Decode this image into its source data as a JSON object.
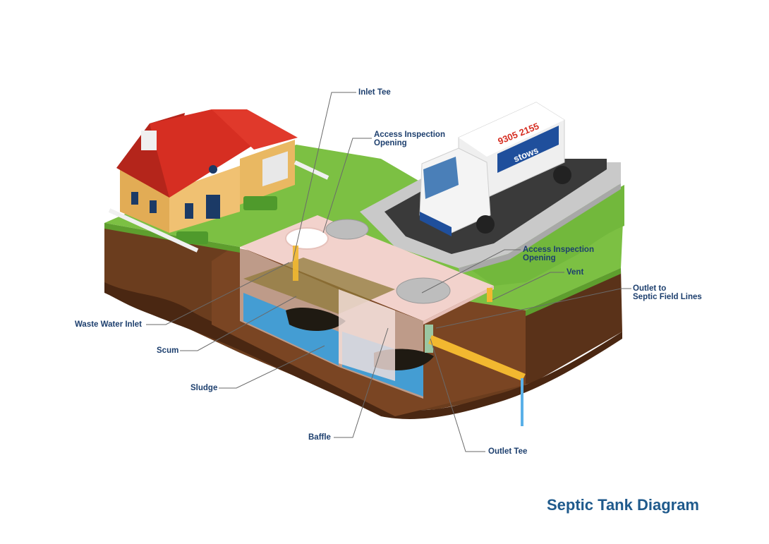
{
  "title": "Septic Tank Diagram",
  "labels": {
    "inlet_tee": "Inlet Tee",
    "access_top": [
      "Access Inspection",
      "Opening"
    ],
    "access_mid": [
      "Access Inspection",
      "Opening"
    ],
    "vent": "Vent",
    "outlet_field": [
      "Outlet to",
      "Septic Field Lines"
    ],
    "waste_water_inlet": "Waste Water Inlet",
    "scum": "Scum",
    "sludge": "Sludge",
    "baffle": "Baffle",
    "outlet_tee": "Outlet Tee"
  },
  "truck": {
    "phone": "9305 2155",
    "brand": "stows"
  },
  "colors": {
    "label_text": "#1d3f6e",
    "title": "#1f5a8c",
    "grass": "#7cc043",
    "soil": "#6b3d1e",
    "water": "#2f9ee0",
    "tank_shell": "#f2d2cc",
    "roof": "#d62e22",
    "house_wall": "#e9b862",
    "pipe": "#f2b830"
  }
}
